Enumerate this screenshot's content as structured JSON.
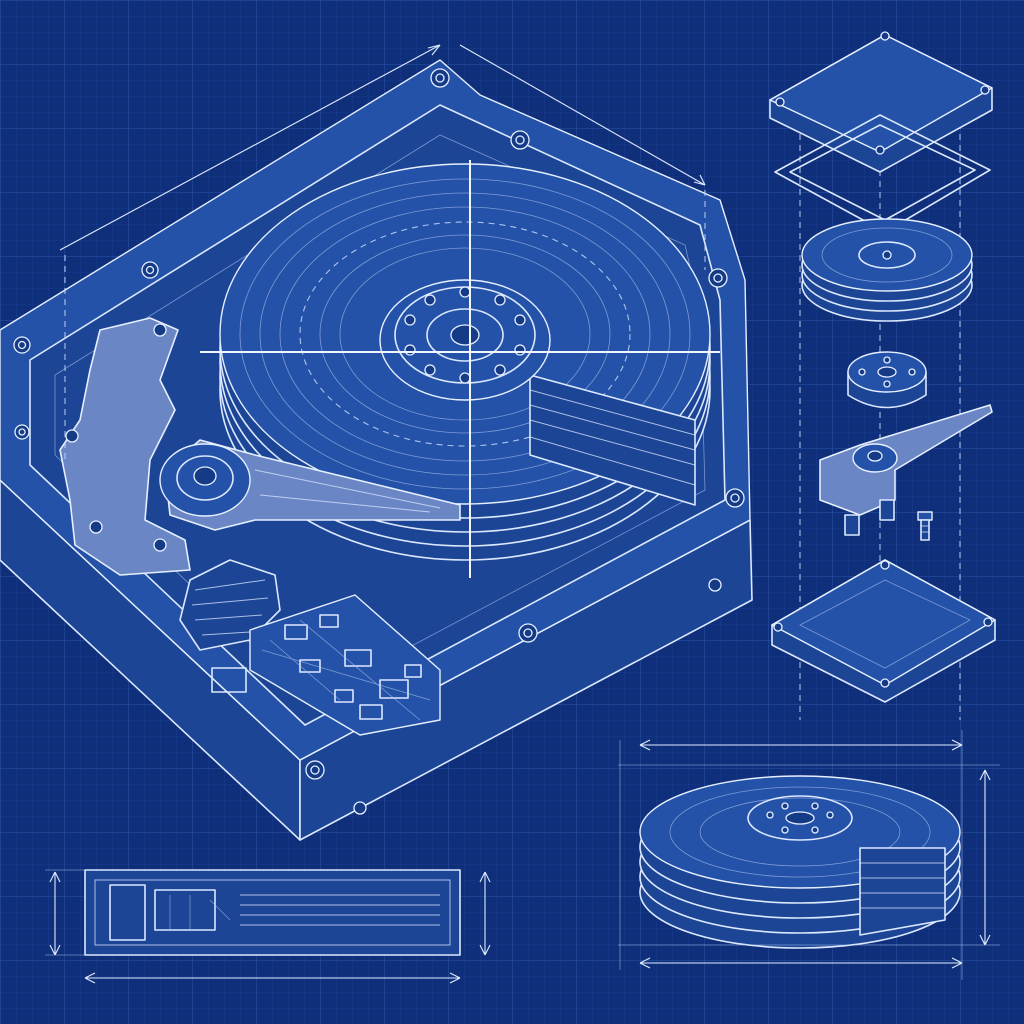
{
  "drawing": {
    "palette": {
      "background": "#0f2f7a",
      "grid_minor": "#1f469a",
      "grid_major": "#2b55ab",
      "linework": "#dbe8ff",
      "fill_dark": "#1c4596",
      "fill_mid": "#2452a8",
      "actuator_fill": "#6a86c4"
    },
    "main_view": {
      "subject": "hard-disk-drive-isometric-cutaway",
      "platter_count": 4
    },
    "exploded_view": {
      "parts": [
        "top-cover",
        "gasket",
        "platter-stack",
        "spindle-hub",
        "head-arm-assembly",
        "screw",
        "base-tray"
      ]
    },
    "side_elevation": {
      "subject": "side-section-view"
    },
    "platter_detail": {
      "subject": "platter-stack-cutaway",
      "platter_count": 5
    }
  }
}
